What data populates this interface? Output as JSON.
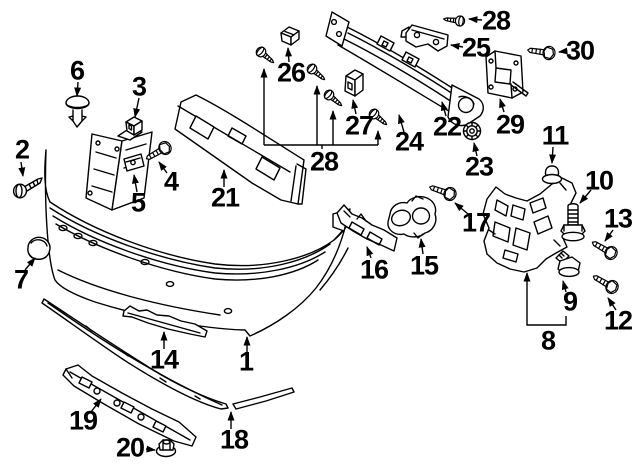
{
  "colors": {
    "ink": "#000000",
    "paper": "#ffffff"
  },
  "callouts": {
    "c1": "1",
    "c2": "2",
    "c3": "3",
    "c4": "4",
    "c5": "5",
    "c6": "6",
    "c7": "7",
    "c8": "8",
    "c9": "9",
    "c10": "10",
    "c11": "11",
    "c12": "12",
    "c13": "13",
    "c14": "14",
    "c15": "15",
    "c16": "16",
    "c17": "17",
    "c18": "18",
    "c19": "19",
    "c20": "20",
    "c21": "21",
    "c22": "22",
    "c23": "23",
    "c24": "24",
    "c25": "25",
    "c26": "26",
    "c27": "27",
    "c28a": "28",
    "c28b": "28",
    "c29": "29",
    "c30": "30"
  }
}
